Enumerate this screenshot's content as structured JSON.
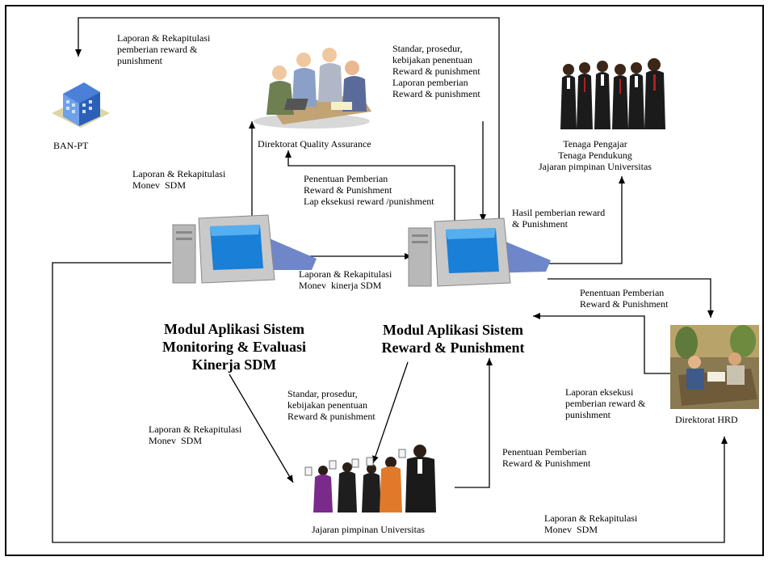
{
  "nodes": {
    "banpt": "BAN-PT",
    "qa": "Direktorat Quality Assurance",
    "staff": "Tenaga Pengajar\nTenaga Pendukung\nJajaran pimpinan Universitas",
    "hrd": "Direktorat HRD",
    "leaders": "Jajaran pimpinan Universitas"
  },
  "modules": {
    "monev": "Modul Aplikasi Sistem\nMonitoring & Evaluasi\nKinerja SDM",
    "reward": "Modul Aplikasi Sistem\nReward & Punishment"
  },
  "labels": {
    "to_banpt": "Laporan & Rekapitulasi\npemberian reward &\npunishment",
    "qa_to_reward": "Standar, prosedur,\nkebijakan penentuan\nReward & punishment\nLaporan pemberian\nReward & punishment",
    "monev_to_qa": "Laporan & Rekapitulasi\nMonev  SDM",
    "reward_to_qa": "Penentuan Pemberian\nReward & Punishment\nLap eksekusi reward /punishment",
    "reward_to_staff": "Hasil pemberian reward\n& Punishment",
    "monev_to_reward": "Laporan & Rekapitulasi\nMonev  kinerja SDM",
    "reward_to_hrd": "Penentuan Pemberian\nReward & Punishment",
    "hrd_to_reward": "Laporan eksekusi\npemberian reward &\npunishment",
    "reward_to_leaders": "Standar, prosedur,\nkebijakan penentuan\nReward & punishment",
    "monev_to_leaders": "Laporan & Rekapitulasi\nMonev  SDM",
    "leaders_to_reward": "Penentuan Pemberian\nReward & Punishment",
    "monev_to_hrd": "Laporan & Rekapitulasi\nMonev  SDM"
  },
  "colors": {
    "screen": "#1a7fd6",
    "monitor_body": "#c9c9c9",
    "shadow": "#6f86c9",
    "building": "#4b7fd8"
  }
}
